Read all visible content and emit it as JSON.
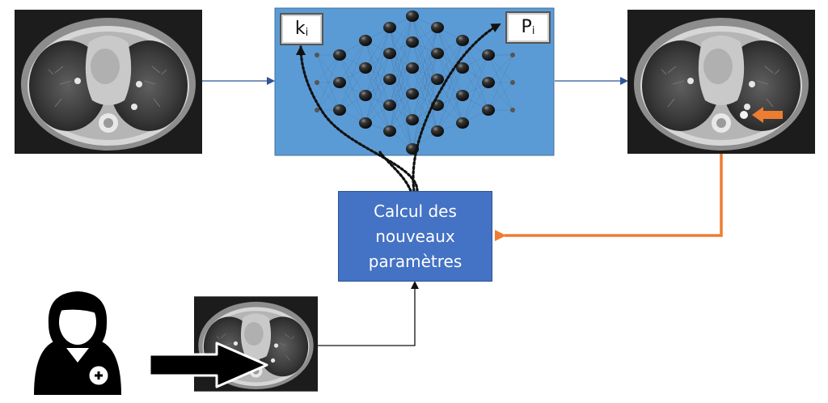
{
  "network": {
    "input_label": {
      "letter": "k",
      "subscript": "i"
    },
    "output_label": {
      "letter": "P",
      "subscript": "i"
    }
  },
  "update_box": {
    "text": "Calcul des\nnouveaux\nparamètres"
  },
  "colors": {
    "network_panel": "#5b9bd5",
    "update_box": "#4472c4",
    "feedback_arrow": "#ed7d31",
    "flow_arrow": "#2e5597"
  }
}
